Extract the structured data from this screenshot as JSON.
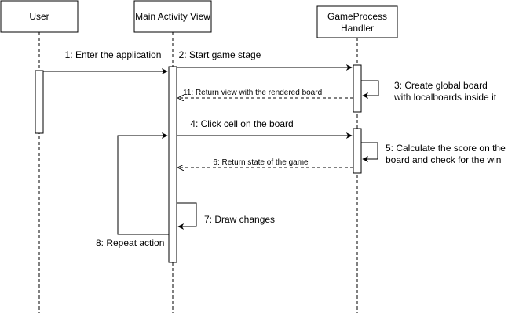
{
  "participants": {
    "user": "User",
    "main_activity": "Main Activity View",
    "game_process_line1": "GameProcess",
    "game_process_line2": "Handler"
  },
  "messages": {
    "m1": "1: Enter the application",
    "m2": "2: Start game stage",
    "m3_line1": "3: Create global board",
    "m3_line2": "with localboards inside it",
    "m11": "11: Return view with the rendered board",
    "m4": "4: Click cell on the board",
    "m5_line1": "5: Calculate the score on the",
    "m5_line2": "board and check for the win",
    "m6": "6: Return state of the game",
    "m7": "7: Draw changes",
    "m8": "8: Repeat action"
  },
  "colors": {
    "stroke": "#000000",
    "background": "#ffffff",
    "box_fill": "#ffffff"
  }
}
